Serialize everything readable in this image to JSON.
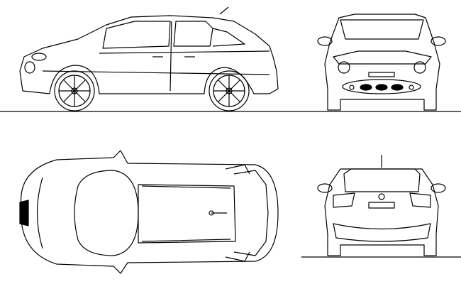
{
  "drawing": {
    "views": [
      "side-view",
      "front-view",
      "top-view",
      "rear-view"
    ],
    "line_color": "#000000",
    "background": "#ffffff"
  }
}
